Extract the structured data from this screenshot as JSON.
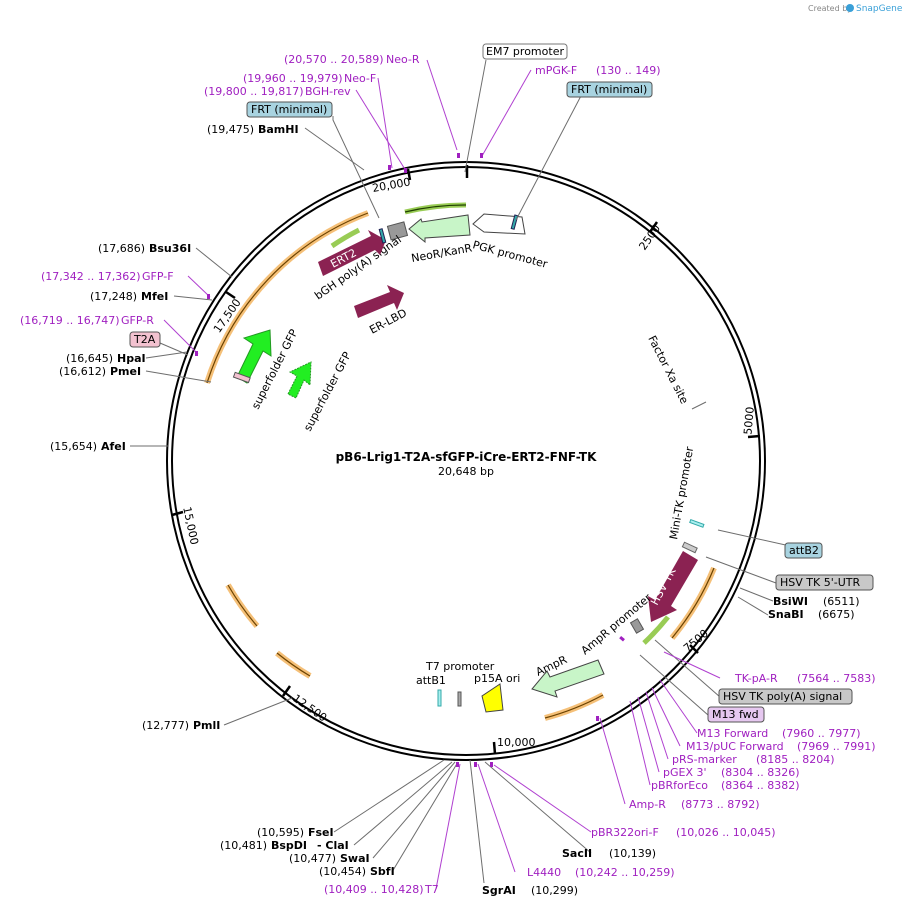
{
  "brand": {
    "created_by": "Created by",
    "name": "SnapGene"
  },
  "plasmid": {
    "name": "pB6-Lrig1-T2A-sfGFP-iCre-ERT2-FNF-TK",
    "size": "20,648 bp"
  },
  "ticks": [
    "2500",
    "5000",
    "7500",
    "10,000",
    "12,500",
    "15,000",
    "17,500",
    "20,000"
  ],
  "sites": [
    {
      "name": "BamHI",
      "pos": "(19,475)"
    },
    {
      "name": "Bsu36I",
      "pos": "(17,686)"
    },
    {
      "name": "MfeI",
      "pos": "(17,248)"
    },
    {
      "name": "HpaI",
      "pos": "(16,645)"
    },
    {
      "name": "PmeI",
      "pos": "(16,612)"
    },
    {
      "name": "AfeI",
      "pos": "(15,654)"
    },
    {
      "name": "PmlI",
      "pos": "(12,777)"
    },
    {
      "name": "FseI",
      "pos": "(10,595)"
    },
    {
      "name": "BspDI",
      "extra": "- ClaI",
      "pos": "(10,481)"
    },
    {
      "name": "SwaI",
      "pos": "(10,477)"
    },
    {
      "name": "SbfI",
      "pos": "(10,454)"
    },
    {
      "name": "SgrAI",
      "pos": "(10,299)"
    },
    {
      "name": "SacII",
      "pos": "(10,139)"
    },
    {
      "name": "BsiWI",
      "pos": "(6511)"
    },
    {
      "name": "SnaBI",
      "pos": "(6675)"
    }
  ],
  "primers": [
    {
      "name": "Neo-R",
      "pos": "(20,570 .. 20,589)"
    },
    {
      "name": "Neo-F",
      "pos": "(19,960 .. 19,979)"
    },
    {
      "name": "BGH-rev",
      "pos": "(19,800 .. 19,817)"
    },
    {
      "name": "mPGK-F",
      "pos": "(130 .. 149)"
    },
    {
      "name": "GFP-F",
      "pos": "(17,342 .. 17,362)"
    },
    {
      "name": "GFP-R",
      "pos": "(16,719 .. 16,747)"
    },
    {
      "name": "TK-pA-R",
      "pos": "(7564 .. 7583)"
    },
    {
      "name": "M13 Forward",
      "pos": "(7960 .. 7977)"
    },
    {
      "name": "M13/pUC Forward",
      "pos": "(7969 .. 7991)"
    },
    {
      "name": "pRS-marker",
      "pos": "(8185 .. 8204)"
    },
    {
      "name": "pGEX 3'",
      "pos": "(8304 .. 8326)"
    },
    {
      "name": "pBRforEco",
      "pos": "(8364 .. 8382)"
    },
    {
      "name": "Amp-R",
      "pos": "(8773 .. 8792)"
    },
    {
      "name": "pBR322ori-F",
      "pos": "(10,026 .. 10,045)"
    },
    {
      "name": "L4440",
      "pos": "(10,242 .. 10,259)"
    },
    {
      "name": "T7",
      "pos": "(10,409 .. 10,428)"
    }
  ],
  "boxed": [
    {
      "text": "EM7 promoter"
    },
    {
      "text": "FRT (minimal)"
    },
    {
      "text": "FRT (minimal)"
    },
    {
      "text": "T2A"
    },
    {
      "text": "attB2"
    },
    {
      "text": "HSV TK 5'-UTR"
    },
    {
      "text": "HSV TK poly(A) signal"
    },
    {
      "text": "M13 fwd"
    }
  ],
  "features": {
    "pgk_promoter": "PGK promoter",
    "neo": "NeoR/KanR",
    "bgh": "bGH poly(A) signal",
    "ert2": "ERT2",
    "er_lbd": "ER-LBD",
    "sfgfp1": "superfolder GFP",
    "sfgfp2": "superfolder GFP",
    "factor_xa": "Factor Xa site",
    "mini_tk": "Mini-TK promoter",
    "hsv_tk": "HSV TK",
    "ampr_promoter": "AmpR promoter",
    "ampr": "AmpR",
    "p15a": "p15A ori",
    "t7_promoter": "T7 promoter",
    "attb1": "attB1"
  },
  "colors": {
    "ert2": "#8b2252",
    "gfp": "#22ee22",
    "neo": "#c8f5c8",
    "yellow": "#ffff00",
    "orf": "#f5a623",
    "primer": "#a020c0"
  }
}
